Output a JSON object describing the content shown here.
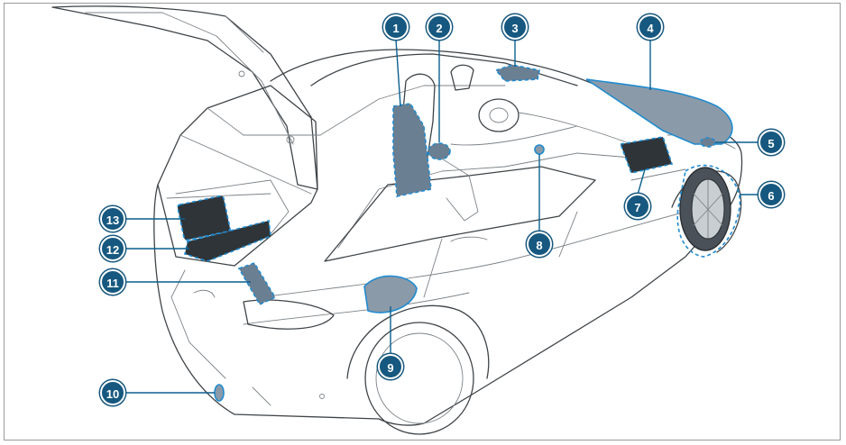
{
  "callouts": [
    {
      "id": "1",
      "label": "1"
    },
    {
      "id": "2",
      "label": "2"
    },
    {
      "id": "3",
      "label": "3"
    },
    {
      "id": "4",
      "label": "4"
    },
    {
      "id": "5",
      "label": "5"
    },
    {
      "id": "6",
      "label": "6"
    },
    {
      "id": "7",
      "label": "7"
    },
    {
      "id": "8",
      "label": "8"
    },
    {
      "id": "9",
      "label": "9"
    },
    {
      "id": "10",
      "label": "10"
    },
    {
      "id": "11",
      "label": "11"
    },
    {
      "id": "12",
      "label": "12"
    },
    {
      "id": "13",
      "label": "13"
    }
  ],
  "colors": {
    "callout_fill": "#16587f",
    "highlight_outline": "#1f8bd0",
    "line_art": "#3f4448"
  }
}
